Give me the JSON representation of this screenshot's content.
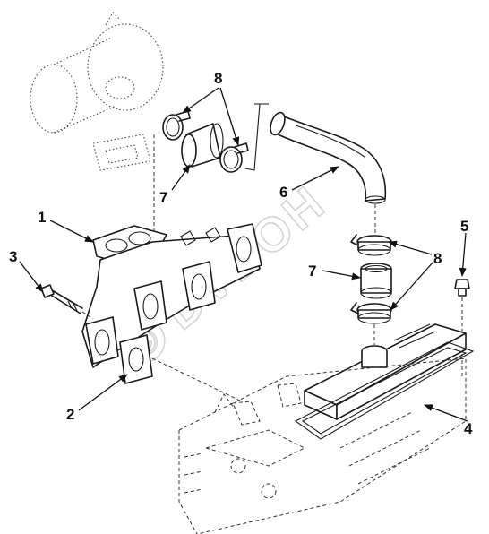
{
  "watermark": {
    "text": "DVBOH",
    "symbol": "©"
  },
  "callouts": [
    {
      "id": "c8a",
      "label": "8"
    },
    {
      "id": "c7a",
      "label": "7"
    },
    {
      "id": "c6",
      "label": "6"
    },
    {
      "id": "c1",
      "label": "1"
    },
    {
      "id": "c3",
      "label": "3"
    },
    {
      "id": "c5",
      "label": "5"
    },
    {
      "id": "c8b",
      "label": "8"
    },
    {
      "id": "c7b",
      "label": "7"
    },
    {
      "id": "c2",
      "label": "2"
    },
    {
      "id": "c4",
      "label": "4"
    }
  ],
  "colors": {
    "line": "#1a1a1a",
    "background": "#ffffff",
    "watermark": "#b9b9b9"
  }
}
